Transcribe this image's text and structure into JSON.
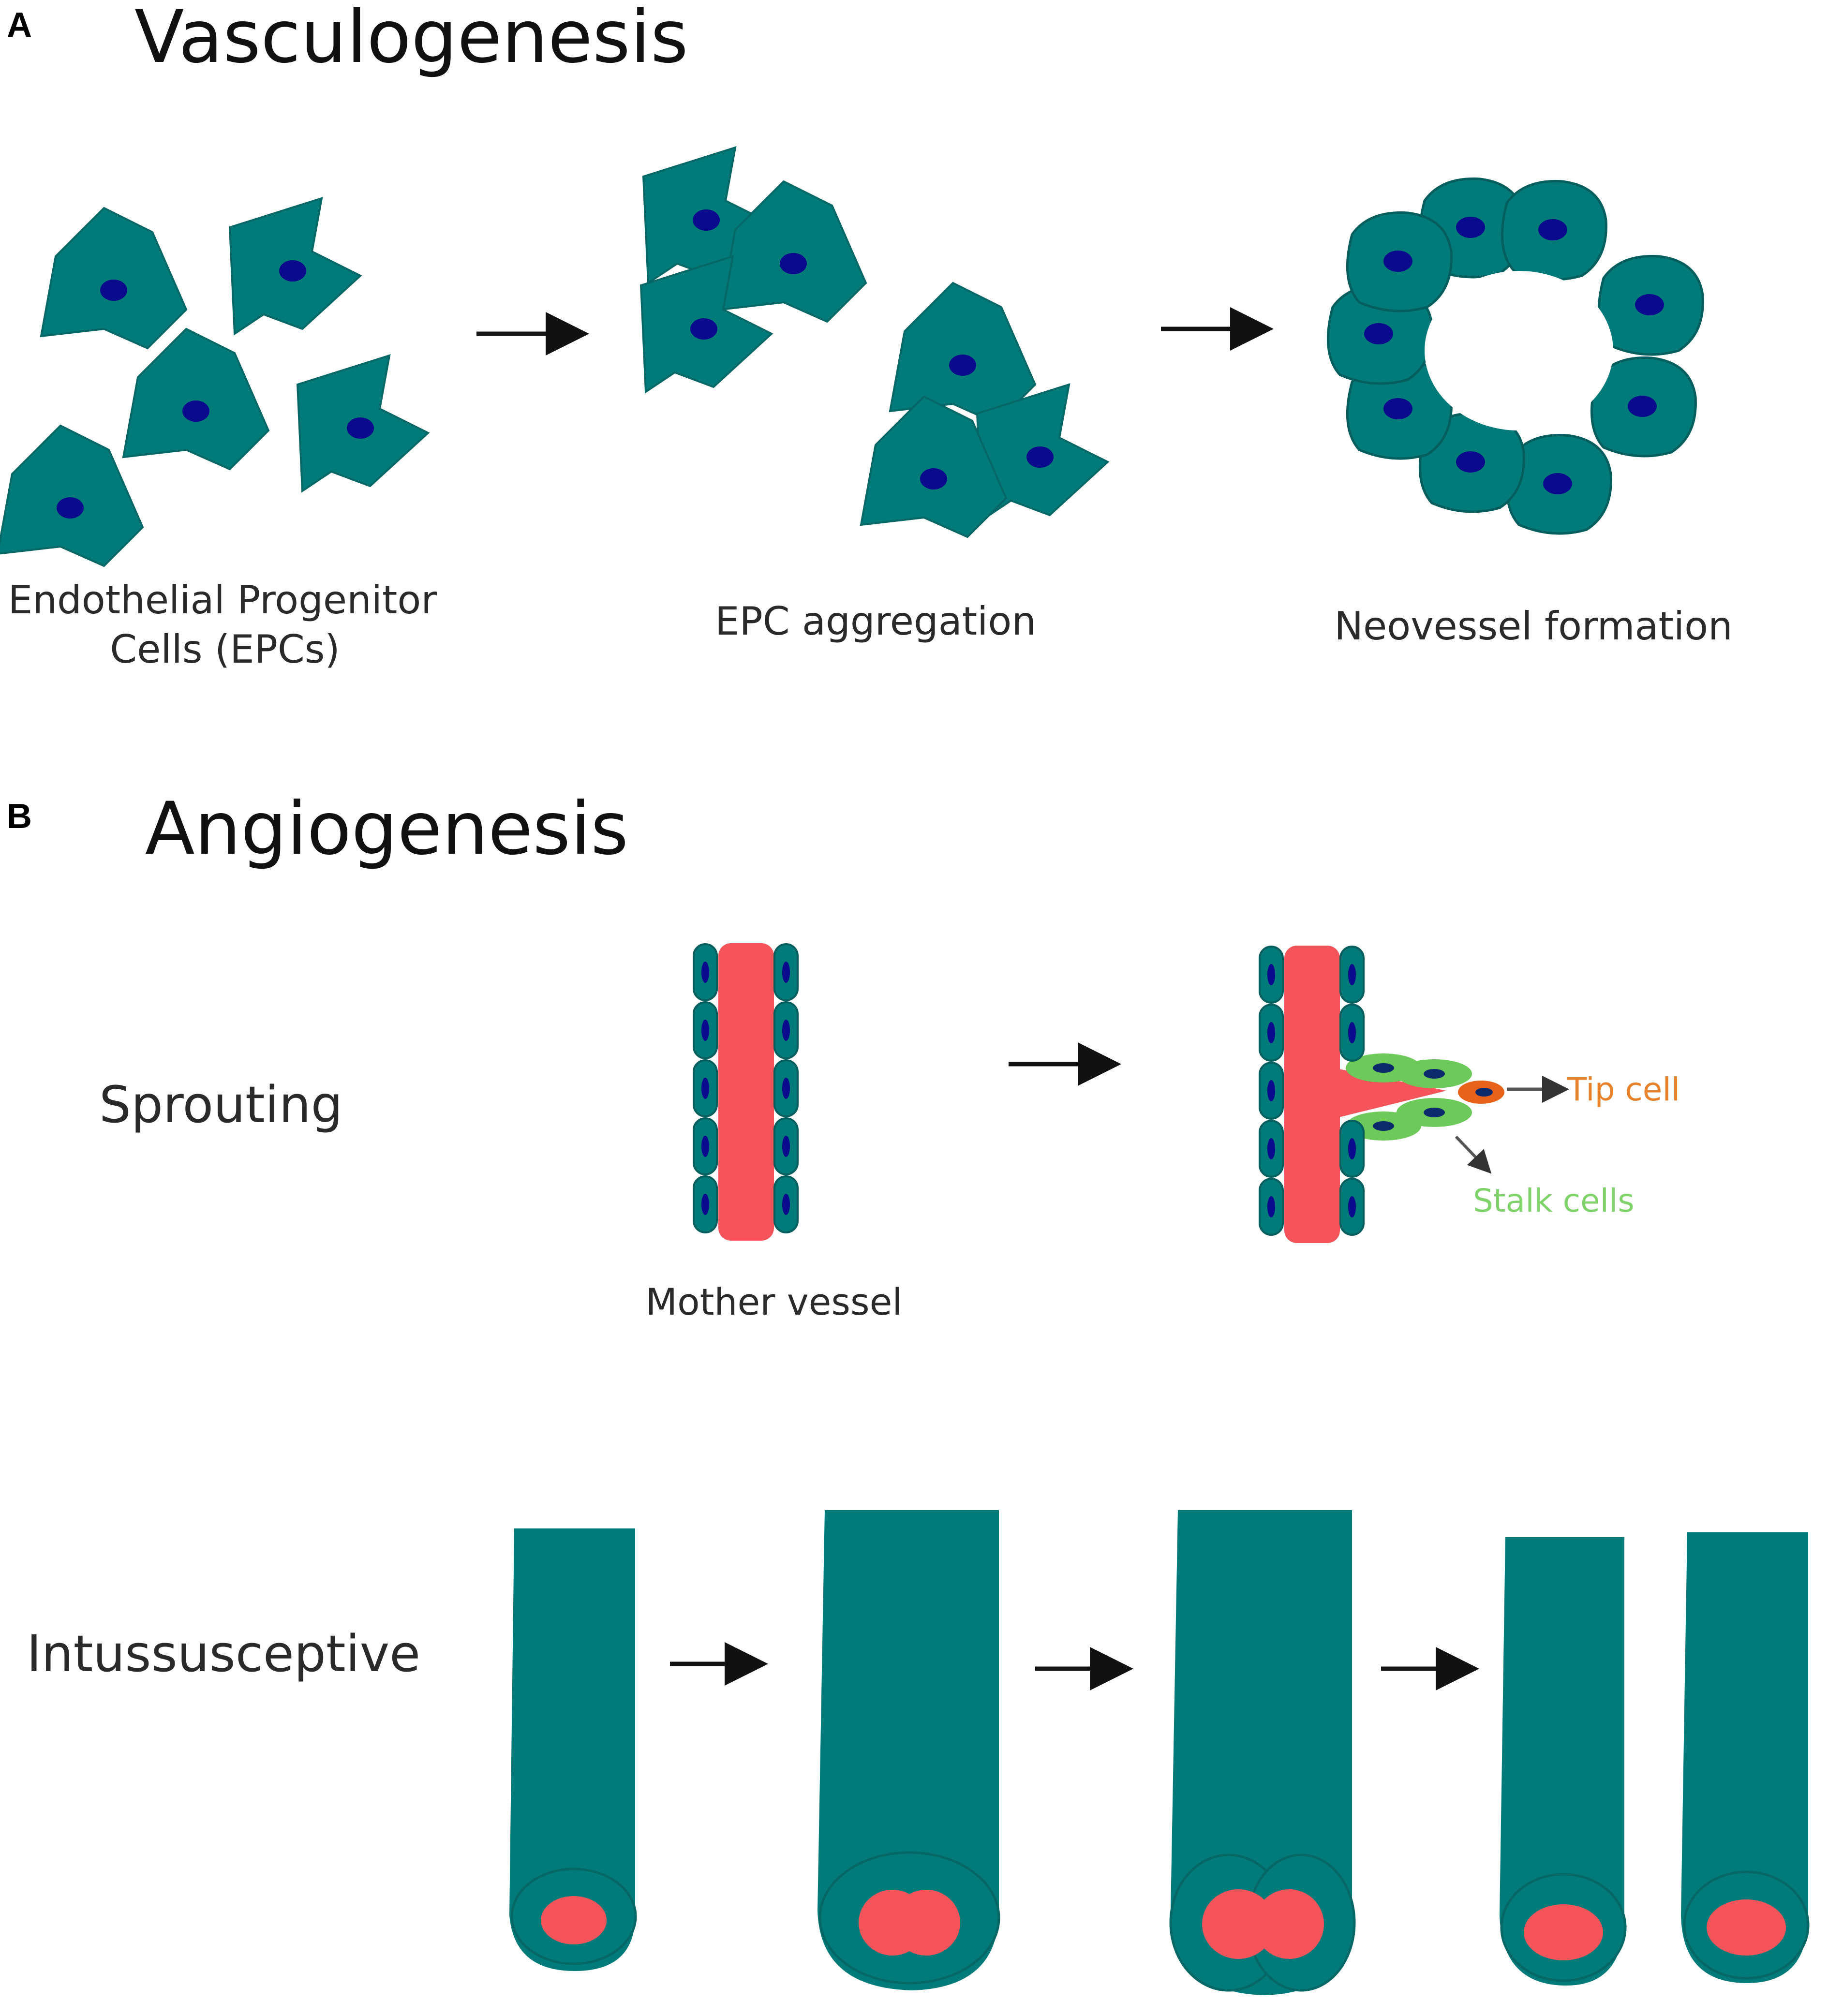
{
  "panel_a": {
    "letter": "A",
    "title": "Vasculogenesis",
    "stage_labels": {
      "epc_line1": "Endothelial Progenitor",
      "epc_line2": "Cells (EPCs)",
      "aggregation": "EPC aggregation",
      "neovessel": "Neovessel formation"
    }
  },
  "panel_b": {
    "letter": "B",
    "title": "Angiogenesis",
    "sprouting": {
      "row_label": "Sprouting",
      "mother_vessel_label": "Mother vessel",
      "tip_cell_label": "Tip cell",
      "stalk_cells_label": "Stalk cells"
    },
    "intussusceptive": {
      "row_label": "Intussusceptive"
    }
  },
  "colors": {
    "endothelial_cell": "#007b7a",
    "cell_outline": "#045e5d",
    "nucleus": "#0a0a8c",
    "lumen": "#f5555a",
    "stalk_cell": "#6dc95a",
    "tip_cell": "#e8621a",
    "tip_cell_text": "#e8822a",
    "stalk_cell_text": "#7fd36a",
    "arrow": "#111111",
    "pointer": "#555555"
  }
}
